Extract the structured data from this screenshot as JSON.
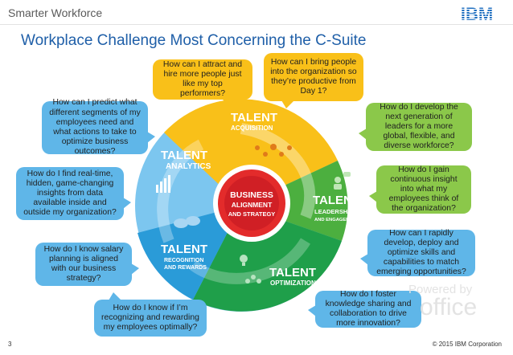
{
  "header": {
    "brand": "Smarter Workforce",
    "logo_text": "IBM"
  },
  "title": "Workplace Challenge Most Concerning the C-Suite",
  "colors": {
    "acquisition": "#f9c019",
    "leadership": "#3fa535",
    "optimization": "#1f9f4a",
    "recognition": "#2a9bd8",
    "analytics": "#5fb6e8",
    "center": "#e32b2b",
    "title": "#1f5fa8"
  },
  "wheel": {
    "center": [
      "BUSINESS",
      "ALIGNMENT",
      "AND STRATEGY"
    ],
    "segments": [
      {
        "title": "TALENT",
        "sub": "ACQUISITION",
        "icon": "network-icon"
      },
      {
        "title": "TALENT",
        "sub": "LEADERSHIP",
        "sub2": "AND ENGAGEMENT",
        "icon": "person-speech-icon"
      },
      {
        "title": "TALENT",
        "sub": "OPTIMIZATION",
        "icon": "lightbulb-icon"
      },
      {
        "title": "TALENT",
        "sub": "RECOGNITION",
        "sub2": "AND REWARDS",
        "icon": "chat-bubbles-icon"
      },
      {
        "title": "TALENT",
        "sub": "ANALYTICS",
        "icon": "bar-chart-icon"
      }
    ]
  },
  "questions": {
    "attract": "How can I attract and hire more people just like my top performers?",
    "productive": "How can I bring people into the organization so they’re productive from Day 1?",
    "leaders": "How do I develop the next generation of leaders for a more global, flexible, and diverse workforce?",
    "continuous": "How do I gain continuous insight into what my employees think of the organization?",
    "skills": "How can I rapidly develop, deploy and optimize skills and capabilities to match emerging opportunities?",
    "knowledge": "How do I foster knowledge sharing and collaboration to drive more innovation?",
    "recognizing": "How do I know if I’m recognizing and rewarding my employees optimally?",
    "salary": "How do I know salary planning is aligned with our business strategy?",
    "realtime": "How do I find real-time, hidden, game-changing insights from data available inside and outside my organization?",
    "predict": "How can I predict what different segments of my employees need and what actions to take to optimize business outcomes?"
  },
  "watermark": {
    "line1": "Powered by",
    "line2": "office"
  },
  "footer": {
    "page": "3",
    "copyright": "© 2015 IBM Corporation"
  }
}
